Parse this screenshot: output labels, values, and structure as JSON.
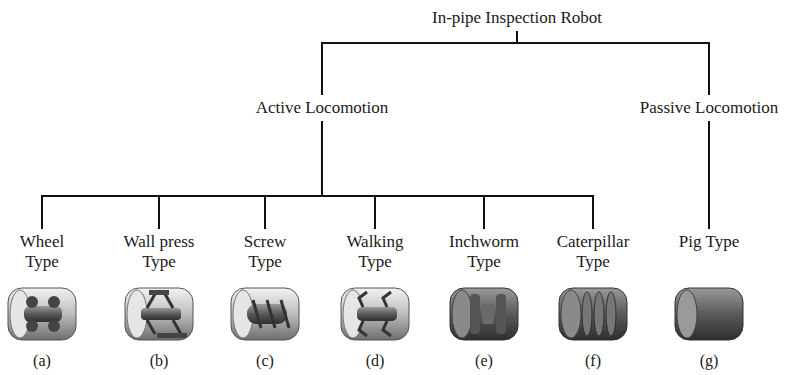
{
  "diagram": {
    "nodes": [
      {
        "text": [
          "In-pipe Inspection Robot"
        ]
      },
      {
        "text": [
          "Active Locomotion"
        ]
      },
      {
        "text": [
          "Passive Locomotion"
        ]
      },
      {
        "text": [
          "Wheel Type"
        ]
      },
      {
        "text": [
          "Wall press Type"
        ]
      },
      {
        "text": [
          "Screw Type"
        ]
      },
      {
        "text": [
          "Walking Type"
        ]
      },
      {
        "text": [
          "Inchworm Type"
        ]
      },
      {
        "text": [
          "Caterpillar Type"
        ]
      },
      {
        "text": [
          "Pig Type"
        ]
      }
    ],
    "edges": [
      {
        "from": 0,
        "to": 1,
        "arrow": "none"
      },
      {
        "from": 0,
        "to": 2,
        "arrow": "none"
      },
      {
        "from": 1,
        "to": 3,
        "arrow": "none"
      },
      {
        "from": 1,
        "to": 4,
        "arrow": "none"
      },
      {
        "from": 1,
        "to": 5,
        "arrow": "none"
      },
      {
        "from": 1,
        "to": 6,
        "arrow": "none"
      },
      {
        "from": 1,
        "to": 7,
        "arrow": "none"
      },
      {
        "from": 1,
        "to": 8,
        "arrow": "none"
      },
      {
        "from": 2,
        "to": 9,
        "arrow": "none"
      }
    ],
    "labels": [
      "(a)",
      "(b)",
      "(c)",
      "(d)",
      "(e)",
      "(f)",
      "(g)"
    ]
  }
}
